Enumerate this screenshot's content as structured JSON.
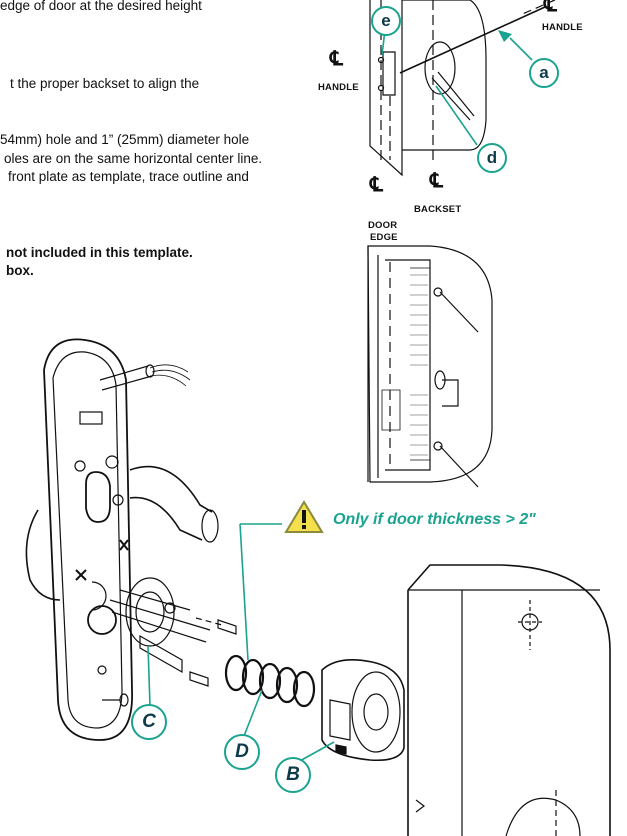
{
  "instructions": {
    "line1": "edge of door at the desired height",
    "line2": "t the proper backset to align the",
    "line3": "54mm) hole and 1” (25mm) diameter hole",
    "line4": "oles are on the same horizontal center line.",
    "line5": "front plate as template, trace outline and",
    "bold1": "not included in this template.",
    "bold2": "box."
  },
  "labels": {
    "handle_top": "HANDLE",
    "handle_left": "HANDLE",
    "door_edge_line1": "DOOR",
    "door_edge_line2": "EDGE",
    "backset": "BACKSET",
    "centerline_symbol": "℄"
  },
  "callouts": {
    "a": "a",
    "d": "d",
    "e": "e",
    "B": "B",
    "C": "C",
    "D": "D"
  },
  "warning": {
    "icon": "warning-triangle-icon",
    "text": "Only if door thickness > 2\"",
    "icon_color": "#f4e04d",
    "accent_color": "#1aa38f"
  }
}
